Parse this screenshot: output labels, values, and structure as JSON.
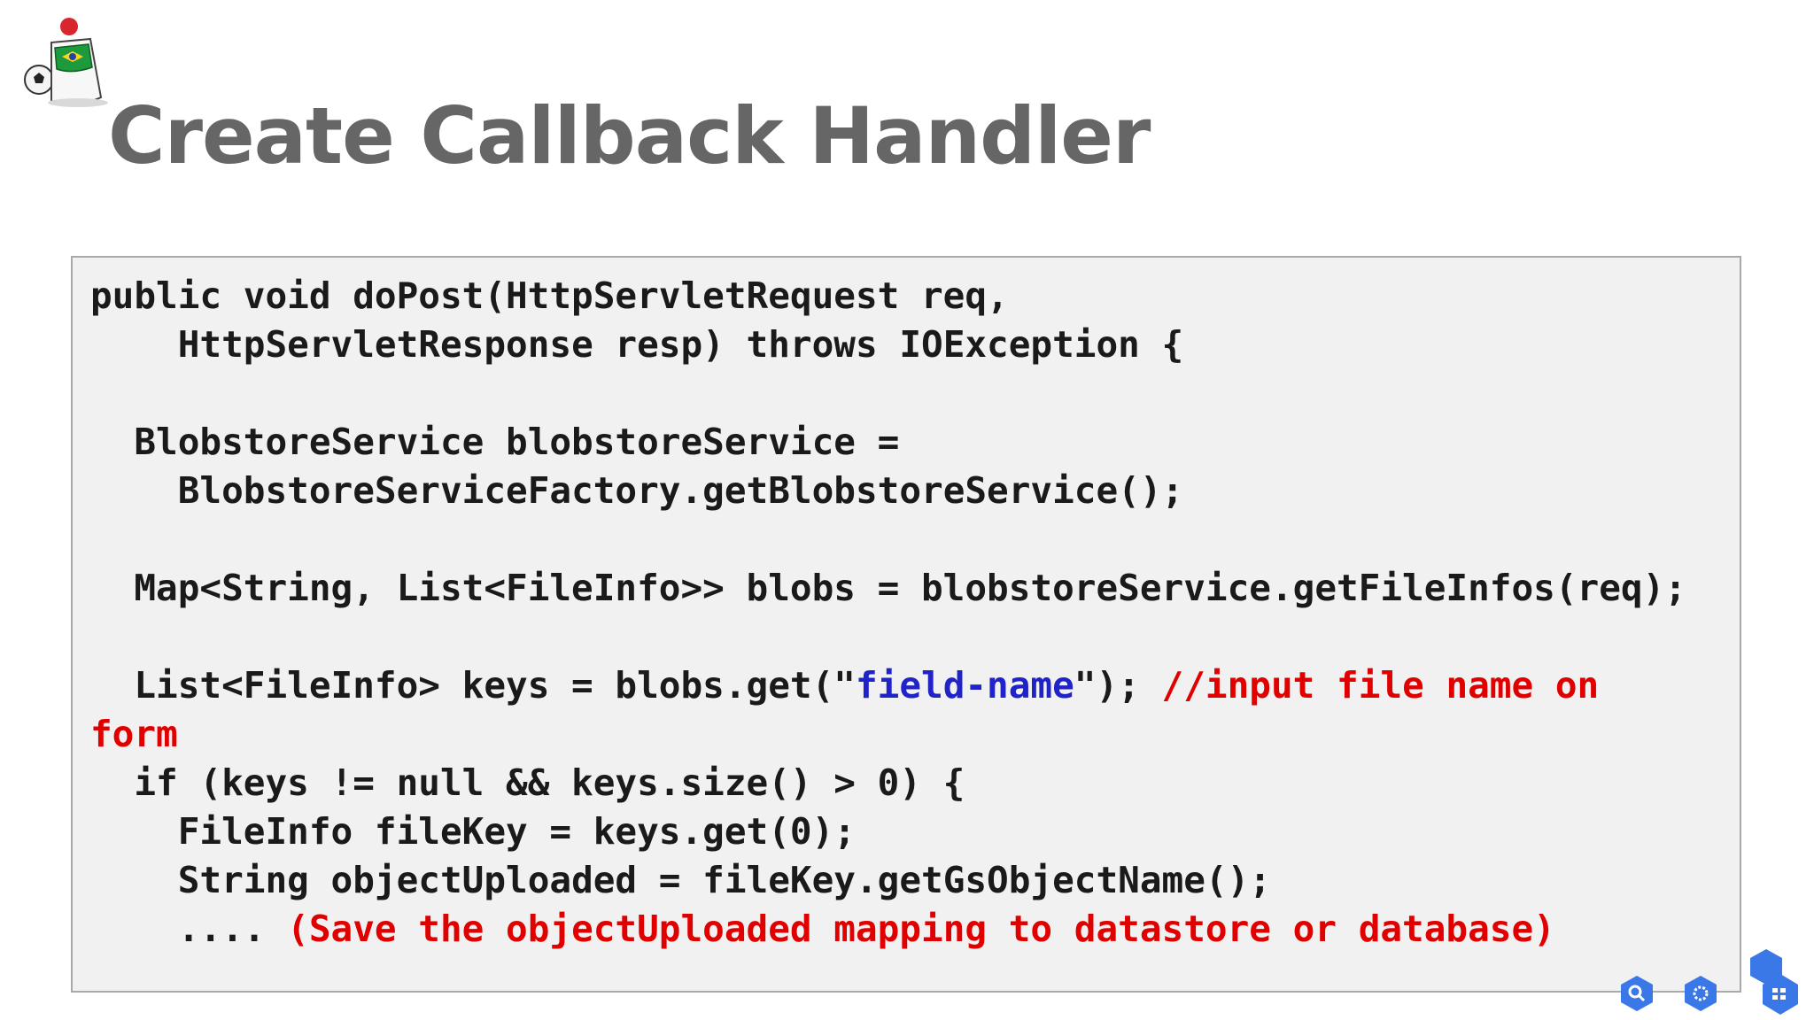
{
  "slide": {
    "title": "Create Callback Handler"
  },
  "colors": {
    "title": "#666666",
    "code_text": "#1a1a1a",
    "string_literal": "#1f23c8",
    "comment": "#e10000",
    "code_background": "#f1f1f1",
    "code_border": "#a9a9a9",
    "badge_blue": "#3b78e7"
  },
  "icons": {
    "logo": "duke-mascot-icon",
    "corner": [
      "search-hex-icon",
      "gear-hex-icon",
      "grid-hex-icon"
    ]
  },
  "code": {
    "lines": [
      {
        "indent": "",
        "segments": [
          {
            "text": "public void doPost(HttpServletRequest req,"
          }
        ]
      },
      {
        "indent": "    ",
        "segments": [
          {
            "text": "HttpServletResponse resp) throws IOException {"
          }
        ]
      },
      {
        "indent": "",
        "segments": [
          {
            "text": ""
          }
        ]
      },
      {
        "indent": "  ",
        "segments": [
          {
            "text": "BlobstoreService blobstoreService ="
          }
        ]
      },
      {
        "indent": "    ",
        "segments": [
          {
            "text": "BlobstoreServiceFactory.getBlobstoreService();"
          }
        ]
      },
      {
        "indent": "",
        "segments": [
          {
            "text": ""
          }
        ]
      },
      {
        "indent": "  ",
        "segments": [
          {
            "text": "Map<String, List<FileInfo>> blobs = blobstoreService.getFileInfos(req);"
          }
        ]
      },
      {
        "indent": "",
        "segments": [
          {
            "text": ""
          }
        ]
      },
      {
        "indent": "  ",
        "segments": [
          {
            "text": "List<FileInfo> keys = blobs.get(\""
          },
          {
            "text": "field-name",
            "kind": "string"
          },
          {
            "text": "\"); "
          },
          {
            "text": "//input file name on",
            "kind": "comment"
          }
        ]
      },
      {
        "indent": "",
        "segments": [
          {
            "text": "form",
            "kind": "comment"
          }
        ]
      },
      {
        "indent": "  ",
        "segments": [
          {
            "text": "if (keys != null && keys.size() > 0) {"
          }
        ]
      },
      {
        "indent": "    ",
        "segments": [
          {
            "text": "FileInfo fileKey = keys.get(0);"
          }
        ]
      },
      {
        "indent": "    ",
        "segments": [
          {
            "text": "String objectUploaded = fileKey.getGsObjectName();"
          }
        ]
      },
      {
        "indent": "    ",
        "segments": [
          {
            "text": ".... "
          },
          {
            "text": "(Save the objectUploaded mapping to datastore or database)",
            "kind": "comment"
          }
        ]
      }
    ]
  }
}
